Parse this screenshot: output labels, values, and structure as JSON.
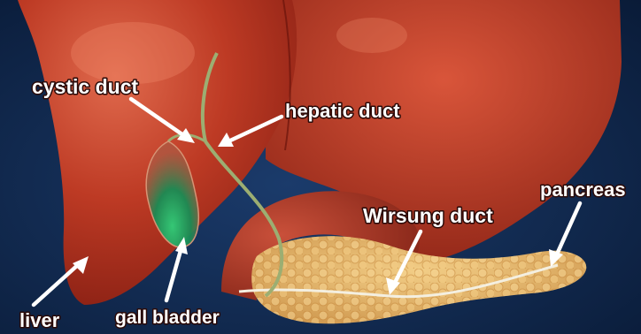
{
  "labels": {
    "cystic_duct": "cystic duct",
    "hepatic_duct": "hepatic duct",
    "wirsung_duct": "Wirsung duct",
    "pancreas": "pancreas",
    "liver": "liver",
    "gall_bladder": "gall bladder"
  },
  "colors": {
    "background": "#0e2447",
    "liver": "#b2321f",
    "liver_highlight": "#d9553a",
    "pancreas": "#e6b76a",
    "duct": "#9cae72",
    "gallbladder_bile": "#1f9a5c",
    "label_text": "#ffffff"
  }
}
